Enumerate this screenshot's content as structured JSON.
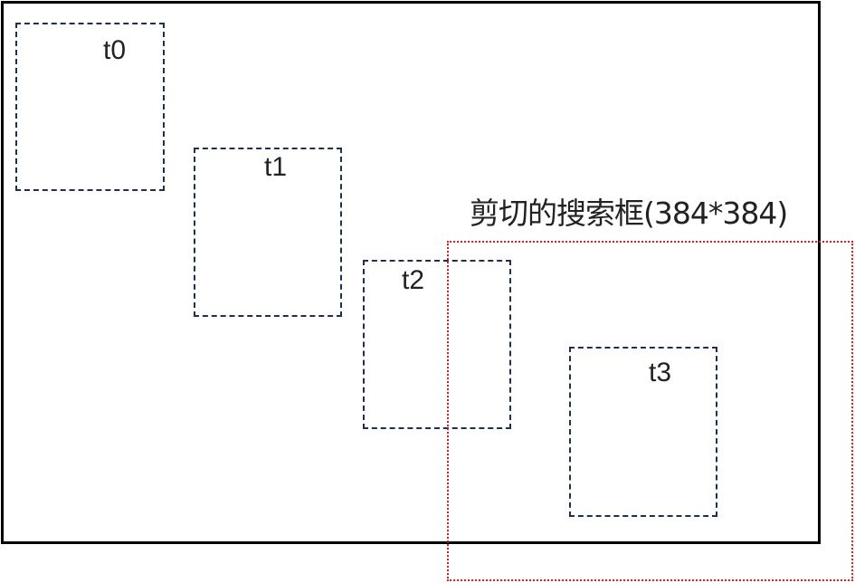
{
  "diagram": {
    "tracks": [
      {
        "label": "t0"
      },
      {
        "label": "t1"
      },
      {
        "label": "t2"
      },
      {
        "label": "t3"
      }
    ],
    "search_box": {
      "label": "剪切的搜索框(384*384)",
      "color": "#e02020"
    },
    "colors": {
      "frame": "#000000",
      "track_border": "#1f2f4f"
    }
  }
}
